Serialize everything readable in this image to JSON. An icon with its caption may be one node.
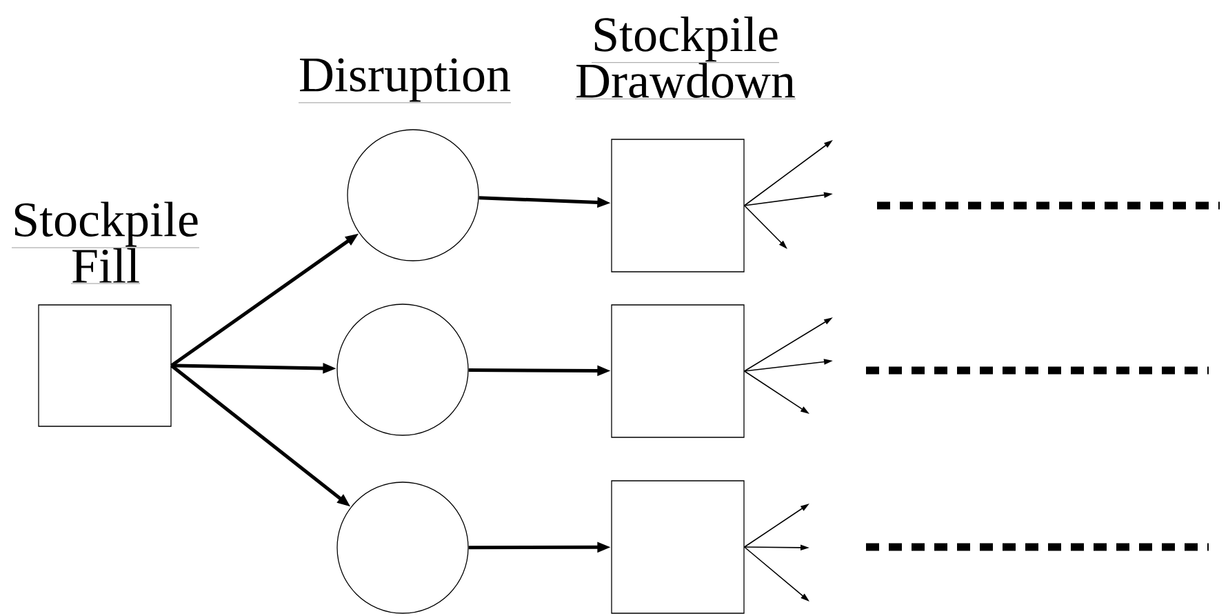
{
  "diagram": {
    "nodes": [
      {
        "text": [],
        "shape": "box"
      },
      {
        "text": [],
        "shape": "circle"
      },
      {
        "text": [],
        "shape": "circle"
      },
      {
        "text": [],
        "shape": "circle"
      },
      {
        "text": [],
        "shape": "box"
      },
      {
        "text": [],
        "shape": "box"
      },
      {
        "text": [],
        "shape": "box"
      }
    ],
    "edges": [
      {
        "from": 0,
        "to": 1,
        "arrow": "to",
        "style": "thick"
      },
      {
        "from": 0,
        "to": 2,
        "arrow": "to",
        "style": "thick"
      },
      {
        "from": 0,
        "to": 3,
        "arrow": "to",
        "style": "thick"
      },
      {
        "from": 1,
        "to": 4,
        "arrow": "to",
        "style": "thick"
      },
      {
        "from": 2,
        "to": 5,
        "arrow": "to",
        "style": "thick"
      },
      {
        "from": 3,
        "to": 6,
        "arrow": "to",
        "style": "thick"
      },
      {
        "from": 4,
        "to": null,
        "arrow": "to"
      },
      {
        "from": 4,
        "to": null,
        "arrow": "to"
      },
      {
        "from": 4,
        "to": null,
        "arrow": "to"
      },
      {
        "from": 5,
        "to": null,
        "arrow": "to"
      },
      {
        "from": 5,
        "to": null,
        "arrow": "to"
      },
      {
        "from": 5,
        "to": null,
        "arrow": "to"
      },
      {
        "from": 6,
        "to": null,
        "arrow": "to"
      },
      {
        "from": 6,
        "to": null,
        "arrow": "to"
      },
      {
        "from": 6,
        "to": null,
        "arrow": "to"
      }
    ],
    "labels": [
      "Stockpile Fill",
      "Disruption",
      "Stockpile Drawdown"
    ]
  }
}
